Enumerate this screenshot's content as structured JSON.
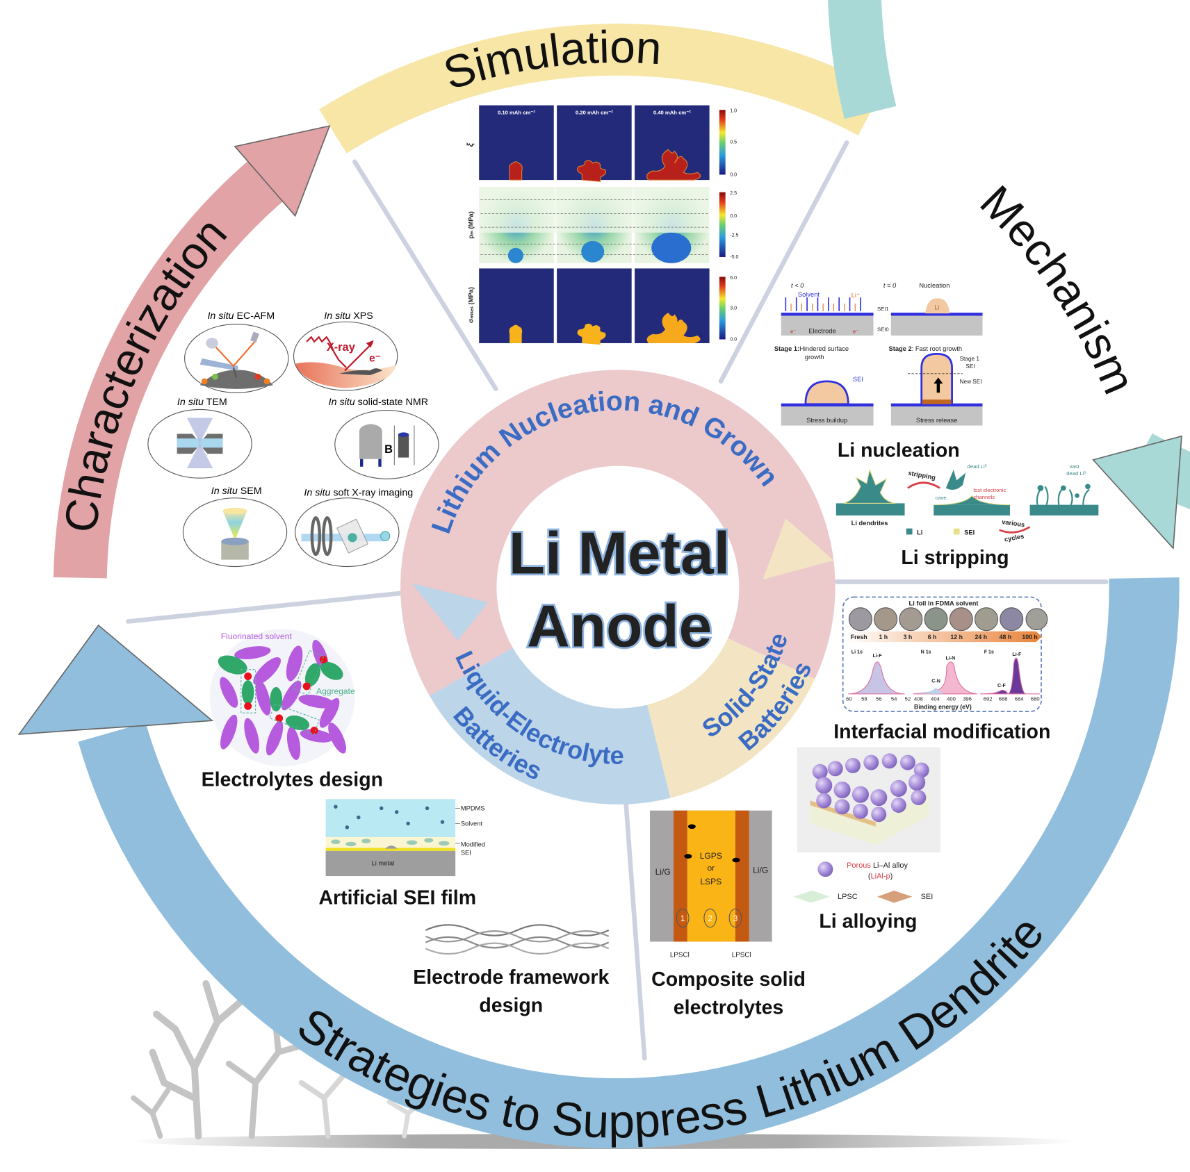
{
  "colors": {
    "simulation_band": "#f7e6a6",
    "characterization_band": "#e2a3a6",
    "mechanism_band": "#a8d9d6",
    "strategies_band": "#92bedd",
    "ring_nucleation": "#ecc9cb",
    "ring_liquid": "#bdd5e8",
    "ring_solid": "#f3e5c3",
    "ring_text": "#3a6cc4",
    "divider": "#cdd2e0"
  },
  "bands": {
    "simulation": "Simulation",
    "characterization": "Characterization",
    "mechanism": "Mechanism",
    "strategies": "Strategies to Suppress Lithium Dendrite"
  },
  "center": {
    "title_line1": "Li Metal",
    "title_line2": "Anode",
    "ring_top": "Lithium Nucleation and Grown",
    "liquid_line1": "Liquid-Electrolyte",
    "liquid_line2": "Batteries",
    "solid_line1": "Solid-State",
    "solid_line2": "Batteries"
  },
  "simulation": {
    "columns": [
      "0.10 mAh cm⁻²",
      "0.20 mAh cm⁻²",
      "0.40 mAh cm⁻²"
    ],
    "rows": [
      "ξ",
      "pₘ (MPa)",
      "σₘᵢₛₑₛ (MPa)"
    ],
    "colorbars": [
      [
        "1.0",
        "0.5",
        "0.0"
      ],
      [
        "2.5",
        "0.0",
        "-2.5",
        "-5.0"
      ],
      [
        "6.0",
        "3.0",
        "0.0"
      ]
    ]
  },
  "characterization": {
    "prefix": "In situ",
    "methods": [
      {
        "name": " EC-AFM"
      },
      {
        "name": " XPS"
      },
      {
        "name": " TEM"
      },
      {
        "name": " solid-state NMR"
      },
      {
        "name": " SEM"
      },
      {
        "name": " soft  X-ray imaging"
      }
    ],
    "xps_xray": "X-ray",
    "xps_electron": "e⁻",
    "nmr_field": "B"
  },
  "mechanism": {
    "t_before": "t < 0",
    "t_zero": "t = 0",
    "solvent": "Solvent",
    "li_ion": "Li⁺",
    "sei1": "SEI1",
    "sei0": "SEI0",
    "electrode": "Electrode",
    "electron": "e⁻",
    "nucleation": "Nucleation",
    "li": "Li",
    "stage1_bold": "Stage 1:",
    "stage1_text_1": "Hindered surface",
    "stage1_text_2": "growth",
    "stage2_bold": "Stage 2",
    "stage2_text": ": Fast root growth",
    "sei": "SEI",
    "stage1_sei_1": "Stage 1",
    "stage1_sei_2": "SEI",
    "new_sei": "New SEI",
    "stress_buildup": "Stress buildup",
    "stress_release": "Stress release",
    "nucleation_heading": "Li nucleation",
    "li_dendrites": "Li dendrites",
    "stripping": "stripping",
    "dead_li": "dead Li⁰",
    "cave": "cave",
    "lost_channels_1": "lost electronic",
    "lost_channels_2": "channels",
    "vast_dead_1": "vast",
    "vast_dead_2": "dead Li⁰",
    "legend_li": "Li",
    "legend_sei": "SEI",
    "various_cycles_1": "various",
    "various_cycles_2": "cycles",
    "stripping_heading": "Li stripping"
  },
  "interfacial": {
    "title": "Li foil in FDMA solvent",
    "times": [
      "Fresh",
      "1 h",
      "3 h",
      "6 h",
      "12 h",
      "24 h",
      "48 h",
      "100 h"
    ],
    "spectra": [
      {
        "label": "Li 1s",
        "peaks": [
          "Li-F"
        ],
        "ticks": [
          "60",
          "58",
          "56",
          "54",
          "52"
        ]
      },
      {
        "label": "N 1s",
        "peaks": [
          "C-N",
          "Li-N"
        ],
        "ticks": [
          "408",
          "404",
          "400",
          "396"
        ]
      },
      {
        "label": "F 1s",
        "peaks": [
          "C-F",
          "Li-F"
        ],
        "ticks": [
          "692",
          "688",
          "684",
          "680"
        ]
      }
    ],
    "xlabel": "Binding energy (eV)",
    "heading": "Interfacial modification"
  },
  "electrolytes": {
    "fluorinated": "Fluorinated solvent",
    "aggregate": "Aggregate",
    "heading": "Electrolytes design"
  },
  "artificial_sei": {
    "mpdms": "MPDMS",
    "solvent": "Solvent",
    "modified_1": "Modified",
    "modified_2": "SEI",
    "li_metal": "Li metal",
    "heading": "Artificial SEI film"
  },
  "framework": {
    "heading_1": "Electrode framework",
    "heading_2": "design"
  },
  "composite": {
    "lig": "Li/G",
    "center_1": "LGPS",
    "center_2": "or",
    "center_3": "LSPS",
    "numbers": [
      "1",
      "2",
      "3"
    ],
    "lpscl": "LPSCl",
    "heading_1": "Composite solid",
    "heading_2": "electrolytes"
  },
  "alloying": {
    "porous_red": "Porous",
    "porous_rest": " Li–Al alloy",
    "liAl_open": "(",
    "liAl": "LiAl-p",
    "liAl_close": ")",
    "lpsc": "LPSC",
    "sei": "SEI",
    "heading": "Li alloying"
  }
}
